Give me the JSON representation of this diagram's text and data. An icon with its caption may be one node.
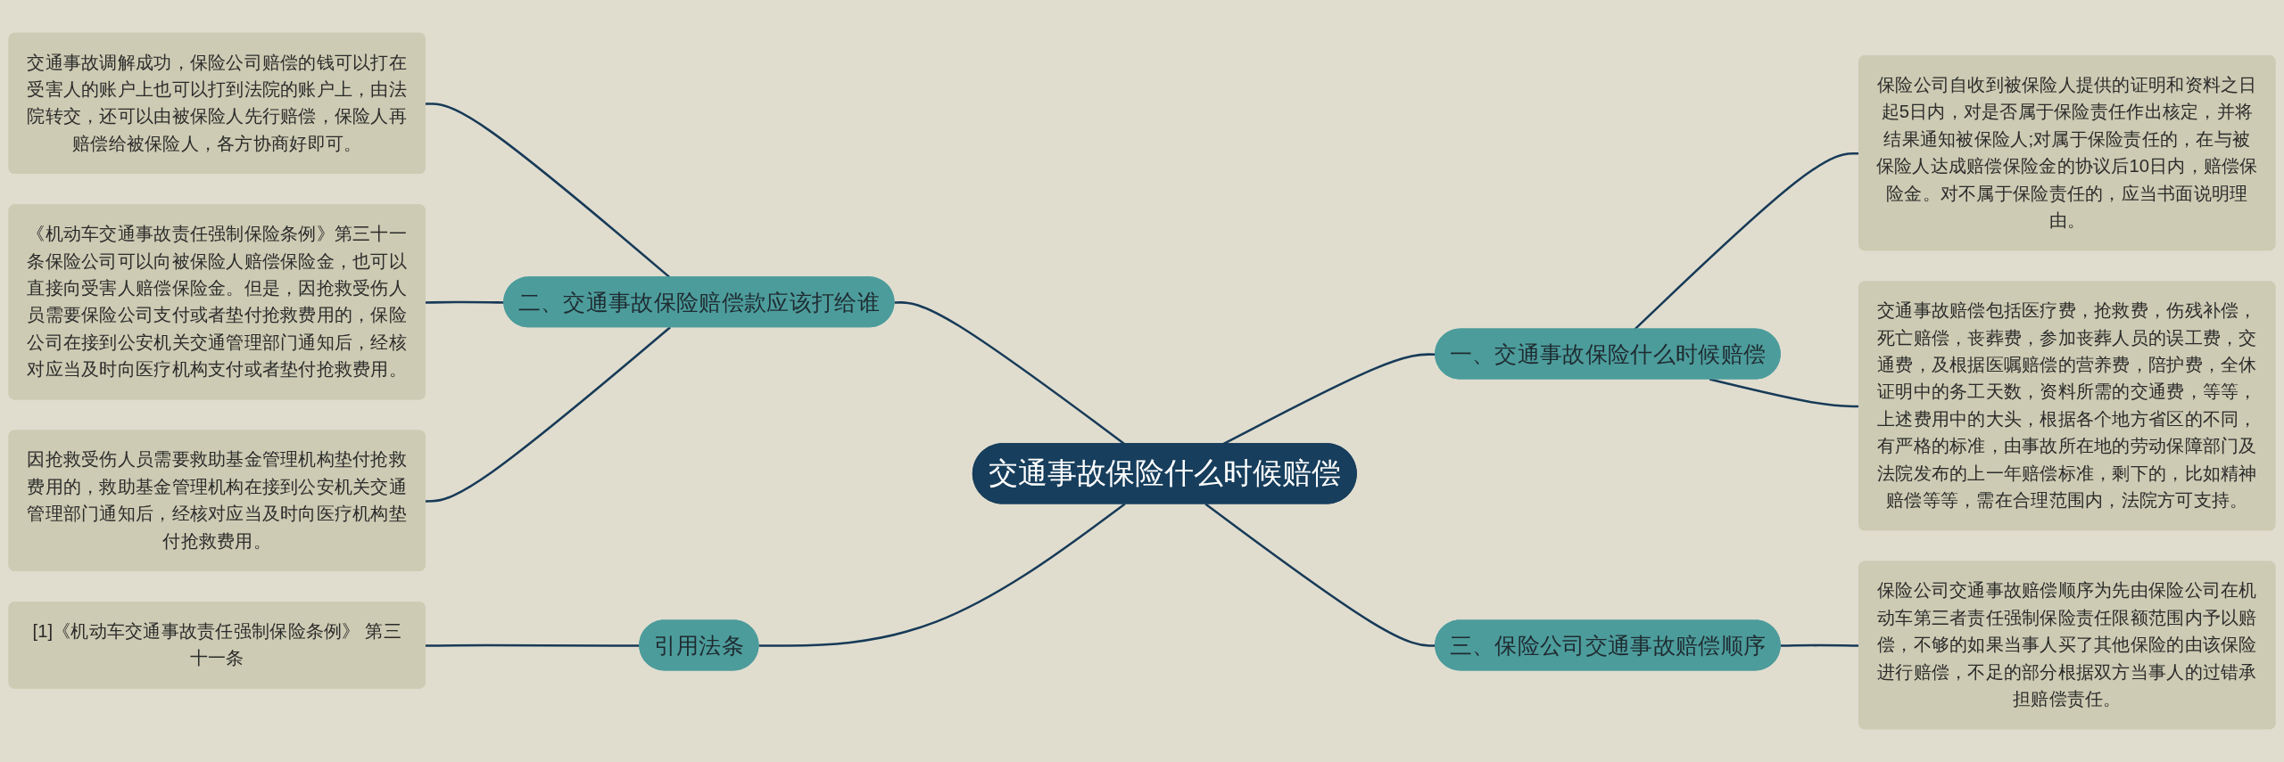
{
  "diagram": {
    "nodes": [
      {
        "text": [
          "交通事故保险什么时候赔偿"
        ]
      },
      {
        "text": [
          "一、交通事故保险什么时候赔偿"
        ]
      },
      {
        "text": [
          "保险公司自收到被保险人提供的证明和资料之日起5日内，对是否属于保险责任作出核定，并将结果通知被保险人;对属于保险责任的，在与被保险人达成赔偿保险金的协议后10日内，赔偿保险金。对不属于保险责任的，应当书面说明理由。"
        ]
      },
      {
        "text": [
          "交通事故赔偿包括医疗费，抢救费，伤残补偿，死亡赔偿，丧葬费，参加丧葬人员的误工费，交通费，及根据医嘱赔偿的营养费，陪护费，全休证明中的务工天数，资料所需的交通费，等等，上述费用中的大头，根据各个地方省区的不同，有严格的标准，由事故所在地的劳动保障部门及法院发布的上一年赔偿标准，剩下的，比如精神赔偿等等，需在合理范围内，法院方可支持。"
        ]
      },
      {
        "text": [
          "二、交通事故保险赔偿款应该打给谁"
        ]
      },
      {
        "text": [
          "交通事故调解成功，保险公司赔偿的钱可以打在受害人的账户上也可以打到法院的账户上，由法院转交，还可以由被保险人先行赔偿，保险人再赔偿给被保险人，各方协商好即可。"
        ]
      },
      {
        "text": [
          "《机动车交通事故责任强制保险条例》第三十一条保险公司可以向被保险人赔偿保险金，也可以直接向受害人赔偿保险金。但是，因抢救受伤人员需要保险公司支付或者垫付抢救费用的，保险公司在接到公安机关交通管理部门通知后，经核对应当及时向医疗机构支付或者垫付抢救费用。"
        ]
      },
      {
        "text": [
          "因抢救受伤人员需要救助基金管理机构垫付抢救费用的，救助基金管理机构在接到公安机关交通管理部门通知后，经核对应当及时向医疗机构垫付抢救费用。"
        ]
      },
      {
        "text": [
          "三、保险公司交通事故赔偿顺序"
        ]
      },
      {
        "text": [
          "保险公司交通事故赔偿顺序为先由保险公司在机动车第三者责任强制保险责任限额范围内予以赔偿，不够的如果当事人买了其他保险的由该保险进行赔偿，不足的部分根据双方当事人的过错承担赔偿责任。"
        ]
      },
      {
        "text": [
          "引用法条"
        ]
      },
      {
        "text": [
          "[1]《机动车交通事故责任强制保险条例》 第三十一条"
        ]
      }
    ],
    "edges": [
      {
        "from": 0,
        "to": 1,
        "arrow": "none"
      },
      {
        "from": 1,
        "to": 2,
        "arrow": "none"
      },
      {
        "from": 1,
        "to": 3,
        "arrow": "none"
      },
      {
        "from": 4,
        "to": 0,
        "arrow": "none"
      },
      {
        "from": 5,
        "to": 4,
        "arrow": "none"
      },
      {
        "from": 6,
        "to": 4,
        "arrow": "none"
      },
      {
        "from": 7,
        "to": 4,
        "arrow": "none"
      },
      {
        "from": 0,
        "to": 8,
        "arrow": "none"
      },
      {
        "from": 8,
        "to": 9,
        "arrow": "none"
      },
      {
        "from": 10,
        "to": 0,
        "arrow": "none"
      },
      {
        "from": 11,
        "to": 10,
        "arrow": "none"
      }
    ]
  }
}
